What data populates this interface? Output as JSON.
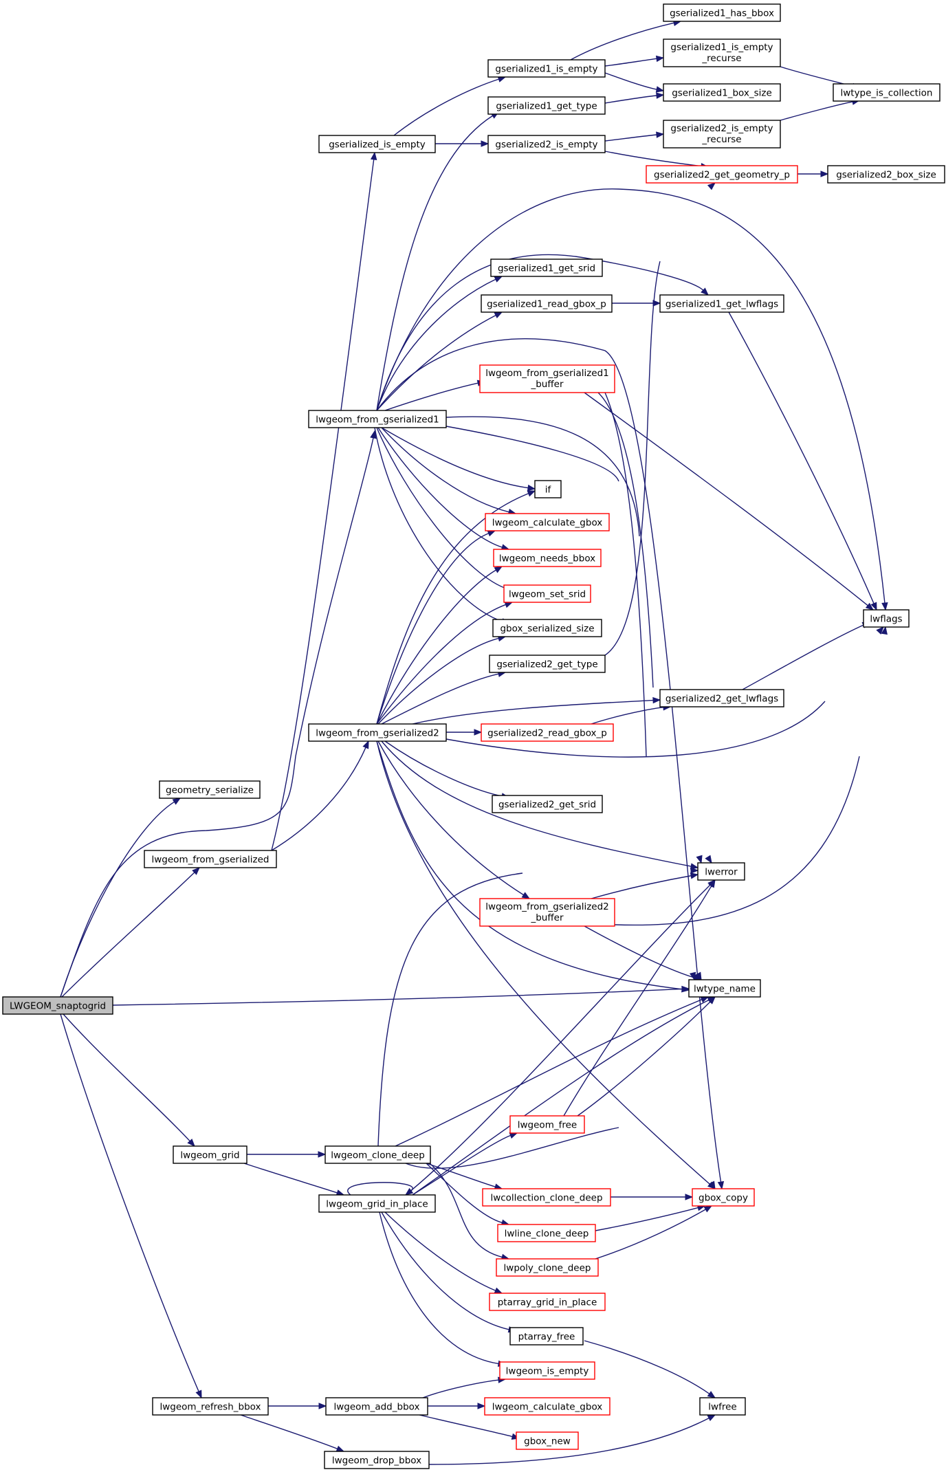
{
  "colors": {
    "edge": "#191970",
    "node_border": "#000000",
    "node_border_truncated": "#ff0000",
    "root_fill": "#bfbfbf",
    "node_fill": "#ffffff"
  },
  "nodes": [
    {
      "id": "root",
      "label": "LWGEOM_snaptogrid",
      "root": true
    },
    {
      "id": "geometry_serialize",
      "label": "geometry_serialize"
    },
    {
      "id": "lwgeom_from_gserialized",
      "label": "lwgeom_from_gserialized"
    },
    {
      "id": "lwgeom_grid",
      "label": "lwgeom_grid"
    },
    {
      "id": "lwgeom_refresh_bbox",
      "label": "lwgeom_refresh_bbox"
    },
    {
      "id": "gserialized_is_empty",
      "label": "gserialized_is_empty"
    },
    {
      "id": "lwgeom_from_gserialized1",
      "label": "lwgeom_from_gserialized1"
    },
    {
      "id": "lwgeom_from_gserialized2",
      "label": "lwgeom_from_gserialized2"
    },
    {
      "id": "lwgeom_clone_deep",
      "label": "lwgeom_clone_deep"
    },
    {
      "id": "lwgeom_grid_in_place",
      "label": "lwgeom_grid_in_place"
    },
    {
      "id": "lwgeom_add_bbox",
      "label": "lwgeom_add_bbox"
    },
    {
      "id": "lwgeom_drop_bbox",
      "label": "lwgeom_drop_bbox"
    },
    {
      "id": "gserialized1_is_empty",
      "label": "gserialized1_is_empty"
    },
    {
      "id": "gserialized1_get_type",
      "label": "gserialized1_get_type"
    },
    {
      "id": "gserialized2_is_empty",
      "label": "gserialized2_is_empty"
    },
    {
      "id": "gserialized1_get_srid",
      "label": "gserialized1_get_srid"
    },
    {
      "id": "gserialized1_read_gbox_p",
      "label": "gserialized1_read_gbox_p"
    },
    {
      "id": "lwgeom_from_gserialized1_buffer",
      "label": "lwgeom_from_gserialized1",
      "label2": "_buffer",
      "truncated": true
    },
    {
      "id": "if",
      "label": "if"
    },
    {
      "id": "lwgeom_calculate_gbox_a",
      "label": "lwgeom_calculate_gbox",
      "truncated": true
    },
    {
      "id": "lwgeom_needs_bbox",
      "label": "lwgeom_needs_bbox",
      "truncated": true
    },
    {
      "id": "lwgeom_set_srid",
      "label": "lwgeom_set_srid",
      "truncated": true
    },
    {
      "id": "gbox_serialized_size",
      "label": "gbox_serialized_size"
    },
    {
      "id": "gserialized2_get_type",
      "label": "gserialized2_get_type"
    },
    {
      "id": "gserialized2_read_gbox_p",
      "label": "gserialized2_read_gbox_p",
      "truncated": true
    },
    {
      "id": "gserialized2_get_srid",
      "label": "gserialized2_get_srid"
    },
    {
      "id": "lwgeom_from_gserialized2_buffer",
      "label": "lwgeom_from_gserialized2",
      "label2": "_buffer",
      "truncated": true
    },
    {
      "id": "lwgeom_free",
      "label": "lwgeom_free",
      "truncated": true
    },
    {
      "id": "lwcollection_clone_deep",
      "label": "lwcollection_clone_deep",
      "truncated": true
    },
    {
      "id": "lwline_clone_deep",
      "label": "lwline_clone_deep",
      "truncated": true
    },
    {
      "id": "lwpoly_clone_deep",
      "label": "lwpoly_clone_deep",
      "truncated": true
    },
    {
      "id": "ptarray_grid_in_place",
      "label": "ptarray_grid_in_place",
      "truncated": true
    },
    {
      "id": "ptarray_free",
      "label": "ptarray_free"
    },
    {
      "id": "lwgeom_is_empty",
      "label": "lwgeom_is_empty",
      "truncated": true
    },
    {
      "id": "lwgeom_calculate_gbox_b",
      "label": "lwgeom_calculate_gbox",
      "truncated": true
    },
    {
      "id": "gbox_new",
      "label": "gbox_new",
      "truncated": true
    },
    {
      "id": "gserialized1_has_bbox",
      "label": "gserialized1_has_bbox"
    },
    {
      "id": "gserialized1_is_empty_recurse",
      "label": "gserialized1_is_empty",
      "label2": "_recurse"
    },
    {
      "id": "gserialized1_box_size",
      "label": "gserialized1_box_size"
    },
    {
      "id": "gserialized2_is_empty_recurse",
      "label": "gserialized2_is_empty",
      "label2": "_recurse"
    },
    {
      "id": "gserialized2_get_geometry_p",
      "label": "gserialized2_get_geometry_p",
      "truncated": true
    },
    {
      "id": "gserialized1_get_lwflags",
      "label": "gserialized1_get_lwflags"
    },
    {
      "id": "gserialized2_get_lwflags",
      "label": "gserialized2_get_lwflags"
    },
    {
      "id": "lwerror",
      "label": "lwerror"
    },
    {
      "id": "lwtype_name",
      "label": "lwtype_name"
    },
    {
      "id": "gbox_copy",
      "label": "gbox_copy",
      "truncated": true
    },
    {
      "id": "lwfree",
      "label": "lwfree"
    },
    {
      "id": "lwtype_is_collection",
      "label": "lwtype_is_collection"
    },
    {
      "id": "gserialized2_box_size",
      "label": "gserialized2_box_size"
    },
    {
      "id": "lwflags",
      "label": "lwflags"
    }
  ],
  "edges": [
    [
      "root",
      "geometry_serialize"
    ],
    [
      "root",
      "lwgeom_from_gserialized"
    ],
    [
      "root",
      "lwtype_name"
    ],
    [
      "root",
      "lwgeom_grid"
    ],
    [
      "root",
      "lwgeom_refresh_bbox"
    ],
    [
      "root",
      "lwgeom_from_gserialized1"
    ],
    [
      "lwgeom_from_gserialized",
      "gserialized_is_empty"
    ],
    [
      "lwgeom_from_gserialized",
      "lwgeom_from_gserialized2"
    ],
    [
      "gserialized_is_empty",
      "gserialized1_is_empty"
    ],
    [
      "gserialized_is_empty",
      "gserialized2_is_empty"
    ],
    [
      "gserialized1_is_empty",
      "gserialized1_has_bbox"
    ],
    [
      "gserialized1_is_empty",
      "gserialized1_is_empty_recurse"
    ],
    [
      "gserialized1_is_empty",
      "gserialized1_box_size"
    ],
    [
      "gserialized1_get_type",
      "gserialized1_box_size"
    ],
    [
      "gserialized1_is_empty_recurse",
      "lwtype_is_collection"
    ],
    [
      "gserialized2_is_empty_recurse",
      "lwtype_is_collection"
    ],
    [
      "gserialized2_is_empty",
      "gserialized2_is_empty_recurse"
    ],
    [
      "gserialized2_is_empty",
      "gserialized2_get_geometry_p"
    ],
    [
      "gserialized2_get_geometry_p",
      "gserialized2_box_size"
    ],
    [
      "lwgeom_from_gserialized1",
      "gserialized1_get_type"
    ],
    [
      "lwgeom_from_gserialized1",
      "lwflags"
    ],
    [
      "lwgeom_from_gserialized1",
      "gserialized1_get_lwflags"
    ],
    [
      "lwgeom_from_gserialized1",
      "gserialized1_get_srid"
    ],
    [
      "lwgeom_from_gserialized1",
      "gserialized1_read_gbox_p"
    ],
    [
      "lwgeom_from_gserialized1",
      "gbox_copy"
    ],
    [
      "lwgeom_from_gserialized1",
      "lwgeom_from_gserialized1_buffer"
    ],
    [
      "lwgeom_from_gserialized1",
      "lwerror"
    ],
    [
      "lwgeom_from_gserialized1",
      "lwtype_name"
    ],
    [
      "lwgeom_from_gserialized1",
      "if"
    ],
    [
      "lwgeom_from_gserialized1",
      "lwgeom_calculate_gbox_a"
    ],
    [
      "lwgeom_from_gserialized1",
      "lwgeom_needs_bbox"
    ],
    [
      "lwgeom_from_gserialized1",
      "lwgeom_set_srid"
    ],
    [
      "lwgeom_from_gserialized1",
      "gbox_serialized_size"
    ],
    [
      "gserialized1_read_gbox_p",
      "gserialized1_get_lwflags"
    ],
    [
      "gserialized1_get_lwflags",
      "lwflags"
    ],
    [
      "lwgeom_from_gserialized1_buffer",
      "lwflags"
    ],
    [
      "lwgeom_from_gserialized1_buffer",
      "lwerror"
    ],
    [
      "lwgeom_from_gserialized1_buffer",
      "lwtype_name"
    ],
    [
      "lwgeom_from_gserialized2",
      "if"
    ],
    [
      "lwgeom_from_gserialized2",
      "lwgeom_calculate_gbox_a"
    ],
    [
      "lwgeom_from_gserialized2",
      "lwgeom_needs_bbox"
    ],
    [
      "lwgeom_from_gserialized2",
      "lwgeom_set_srid"
    ],
    [
      "lwgeom_from_gserialized2",
      "gbox_serialized_size"
    ],
    [
      "lwgeom_from_gserialized2",
      "gserialized2_get_type"
    ],
    [
      "lwgeom_from_gserialized2",
      "gserialized2_get_lwflags"
    ],
    [
      "lwgeom_from_gserialized2",
      "gserialized2_read_gbox_p"
    ],
    [
      "lwgeom_from_gserialized2",
      "lwflags"
    ],
    [
      "lwgeom_from_gserialized2",
      "gserialized2_get_srid"
    ],
    [
      "lwgeom_from_gserialized2",
      "lwerror"
    ],
    [
      "lwgeom_from_gserialized2",
      "lwgeom_from_gserialized2_buffer"
    ],
    [
      "lwgeom_from_gserialized2",
      "lwtype_name"
    ],
    [
      "lwgeom_from_gserialized2",
      "gbox_copy"
    ],
    [
      "gserialized2_get_type",
      "gserialized2_get_geometry_p"
    ],
    [
      "gserialized2_read_gbox_p",
      "gserialized2_get_lwflags"
    ],
    [
      "gserialized2_get_lwflags",
      "lwflags"
    ],
    [
      "lwgeom_from_gserialized2_buffer",
      "lwerror"
    ],
    [
      "lwgeom_from_gserialized2_buffer",
      "lwtype_name"
    ],
    [
      "lwgeom_from_gserialized2_buffer",
      "lwflags"
    ],
    [
      "lwgeom_grid",
      "lwgeom_clone_deep"
    ],
    [
      "lwgeom_grid",
      "lwgeom_grid_in_place"
    ],
    [
      "lwgeom_clone_deep",
      "lwerror"
    ],
    [
      "lwgeom_clone_deep",
      "lwtype_name"
    ],
    [
      "lwgeom_clone_deep",
      "lwcollection_clone_deep"
    ],
    [
      "lwgeom_clone_deep",
      "lwline_clone_deep"
    ],
    [
      "lwgeom_clone_deep",
      "lwpoly_clone_deep"
    ],
    [
      "lwgeom_clone_deep",
      "gbox_copy"
    ],
    [
      "lwgeom_grid_in_place",
      "lwgeom_grid_in_place"
    ],
    [
      "lwgeom_grid_in_place",
      "lwerror"
    ],
    [
      "lwgeom_grid_in_place",
      "lwtype_name"
    ],
    [
      "lwgeom_grid_in_place",
      "lwgeom_free"
    ],
    [
      "lwgeom_grid_in_place",
      "ptarray_grid_in_place"
    ],
    [
      "lwgeom_grid_in_place",
      "ptarray_free"
    ],
    [
      "lwgeom_grid_in_place",
      "lwgeom_is_empty"
    ],
    [
      "lwgeom_free",
      "lwerror"
    ],
    [
      "lwgeom_free",
      "lwtype_name"
    ],
    [
      "lwcollection_clone_deep",
      "gbox_copy"
    ],
    [
      "lwline_clone_deep",
      "gbox_copy"
    ],
    [
      "lwpoly_clone_deep",
      "gbox_copy"
    ],
    [
      "ptarray_free",
      "lwfree"
    ],
    [
      "lwgeom_refresh_bbox",
      "lwgeom_add_bbox"
    ],
    [
      "lwgeom_refresh_bbox",
      "lwgeom_drop_bbox"
    ],
    [
      "lwgeom_add_bbox",
      "lwgeom_is_empty"
    ],
    [
      "lwgeom_add_bbox",
      "lwgeom_calculate_gbox_b"
    ],
    [
      "lwgeom_add_bbox",
      "gbox_new"
    ],
    [
      "lwgeom_drop_bbox",
      "lwfree"
    ]
  ]
}
